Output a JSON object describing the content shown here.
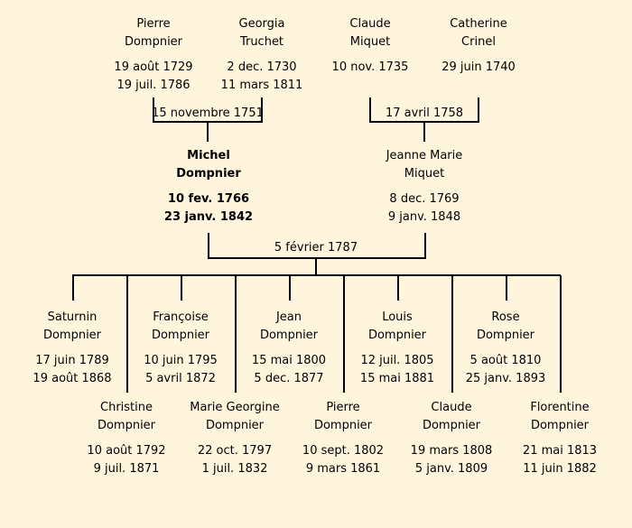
{
  "grandparents": [
    {
      "first": "Pierre",
      "last": "Dompnier",
      "birth": "19 août 1729",
      "death": "19 juil. 1786"
    },
    {
      "first": "Georgia",
      "last": "Truchet",
      "birth": "2 dec. 1730",
      "death": "11 mars 1811"
    },
    {
      "first": "Claude",
      "last": "Miquet",
      "birth": "10 nov. 1735",
      "death": ""
    },
    {
      "first": "Catherine",
      "last": "Crinel",
      "birth": "29 juin 1740",
      "death": ""
    }
  ],
  "marriages": {
    "paternal": "15 novembre 1751",
    "maternal": "17 avril 1758",
    "parents": "5 février 1787"
  },
  "parents": {
    "father": {
      "first": "Michel",
      "last": "Dompnier",
      "birth": "10 fev. 1766",
      "death": "23 janv. 1842"
    },
    "mother": {
      "first": "Jeanne Marie",
      "last": "Miquet",
      "birth": "8 dec. 1769",
      "death": "9 janv. 1848"
    }
  },
  "children_row1": [
    {
      "first": "Saturnin",
      "last": "Dompnier",
      "birth": "17 juin 1789",
      "death": "19 août 1868"
    },
    {
      "first": "Françoise",
      "last": "Dompnier",
      "birth": "10 juin 1795",
      "death": "5 avril 1872"
    },
    {
      "first": "Jean",
      "last": "Dompnier",
      "birth": "15 mai 1800",
      "death": "5 dec. 1877"
    },
    {
      "first": "Louis",
      "last": "Dompnier",
      "birth": "12 juil. 1805",
      "death": "15 mai 1881"
    },
    {
      "first": "Rose",
      "last": "Dompnier",
      "birth": "5 août 1810",
      "death": "25 janv. 1893"
    }
  ],
  "children_row2": [
    {
      "first": "Christine",
      "last": "Dompnier",
      "birth": "10 août 1792",
      "death": "9 juil. 1871"
    },
    {
      "first": "Marie Georgine",
      "last": "Dompnier",
      "birth": "22 oct. 1797",
      "death": "1 juil. 1832"
    },
    {
      "first": "Pierre",
      "last": "Dompnier",
      "birth": "10 sept. 1802",
      "death": "9 mars 1861"
    },
    {
      "first": "Claude",
      "last": "Dompnier",
      "birth": "19 mars 1808",
      "death": "5 janv. 1809"
    },
    {
      "first": "Florentine",
      "last": "Dompnier",
      "birth": "21 mai 1813",
      "death": "11 juin 1882"
    }
  ]
}
